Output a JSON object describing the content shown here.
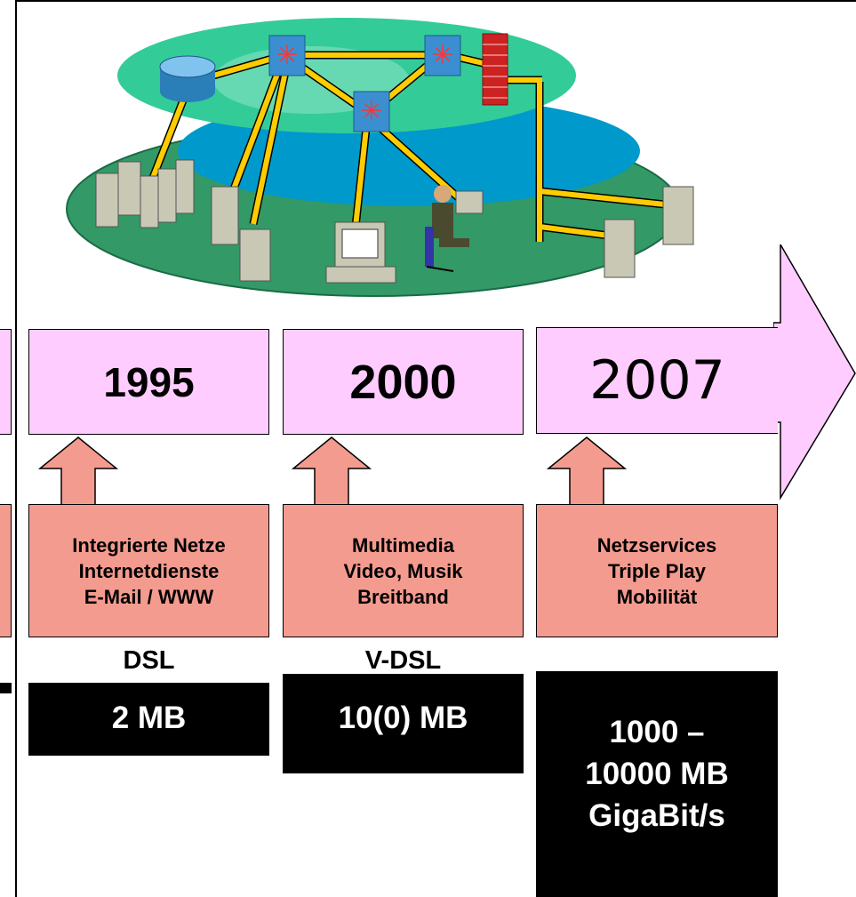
{
  "timeline": [
    {
      "year": "1995",
      "features": [
        "Integrierte Netze",
        "Internetdienste",
        "E-Mail / WWW"
      ],
      "technology": "DSL",
      "bandwidth": [
        "2 MB"
      ]
    },
    {
      "year": "2000",
      "features": [
        "Multimedia",
        "Video, Musik",
        "Breitband"
      ],
      "technology": "V-DSL",
      "bandwidth": [
        "10(0) MB"
      ]
    },
    {
      "year": "2007",
      "features": [
        "Netzservices",
        "Triple Play",
        "Mobilität"
      ],
      "technology": "",
      "bandwidth": [
        "1000 –",
        "10000 MB",
        "GigaBit/s"
      ]
    }
  ],
  "colors": {
    "year_box": "#ffccff",
    "feature_box": "#f49b8f",
    "speed_box": "#000000",
    "timeline_arrow": "#ffccff",
    "network_outer": "#339966",
    "network_middle": "#0099cc",
    "network_inner": "#33cc99",
    "links": "#ffcc00"
  },
  "icons": [
    "router-icon",
    "switch-icon",
    "firewall-icon",
    "server-icon",
    "mainframe-icon",
    "workstation-icon",
    "user-icon"
  ]
}
